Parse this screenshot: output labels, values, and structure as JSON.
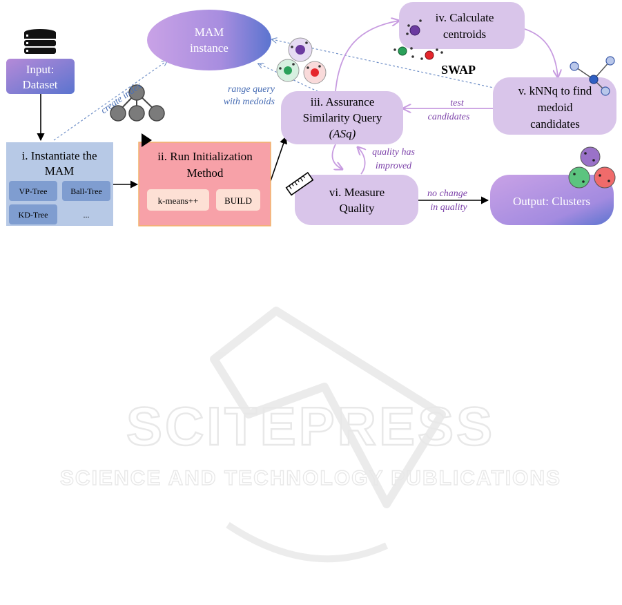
{
  "input": {
    "line1": "Input:",
    "line2": "Dataset",
    "icon": "database-icon"
  },
  "mam_instance": {
    "line1": "MAM",
    "line2": "instance"
  },
  "step_i": {
    "line1": "i. Instantiate the",
    "line2": "MAM",
    "options": [
      "VP-Tree",
      "Ball-Tree",
      "KD-Tree",
      "..."
    ]
  },
  "step_ii": {
    "line1": "ii. Run Initialization",
    "line2": "Method",
    "options": [
      "k-means++",
      "BUILD"
    ]
  },
  "step_iii": {
    "line1": "iii. Assurance",
    "line2": "Similarity Query",
    "line3": "(ASq)"
  },
  "step_iv": {
    "line1": "iv. Calculate",
    "line2": "centroids"
  },
  "step_v": {
    "line1": "v. kNNq to find",
    "line2": "medoid",
    "line3": "candidates"
  },
  "step_vi": {
    "line1": "vi. Measure",
    "line2": "Quality"
  },
  "output": {
    "label": "Output: Clusters"
  },
  "labels": {
    "create_index": "create index",
    "range_query_1": "range query",
    "range_query_2": "with medoids",
    "test_1": "test",
    "test_2": "candidates",
    "quality_1": "quality has",
    "quality_2": "improved",
    "no_change_1": "no change",
    "no_change_2": "in quality",
    "swap": "SWAP"
  },
  "watermark": {
    "line1": "SCITEPRESS",
    "line2": "SCIENCE AND TECHNOLOGY PUBLICATIONS"
  },
  "colors": {
    "step_i_fill": "#b7c9e6",
    "step_i_option": "#7f9dd0",
    "step_ii_fill": "#f7a1a8",
    "step_ii_option": "#fde0d5",
    "step_ii_border": "#f2b36b",
    "purple_node": "#d9c5ea",
    "arrow_purple": "#c79be0",
    "blue_italic": "#4a6fb5",
    "purple_italic": "#7a3ea8"
  }
}
